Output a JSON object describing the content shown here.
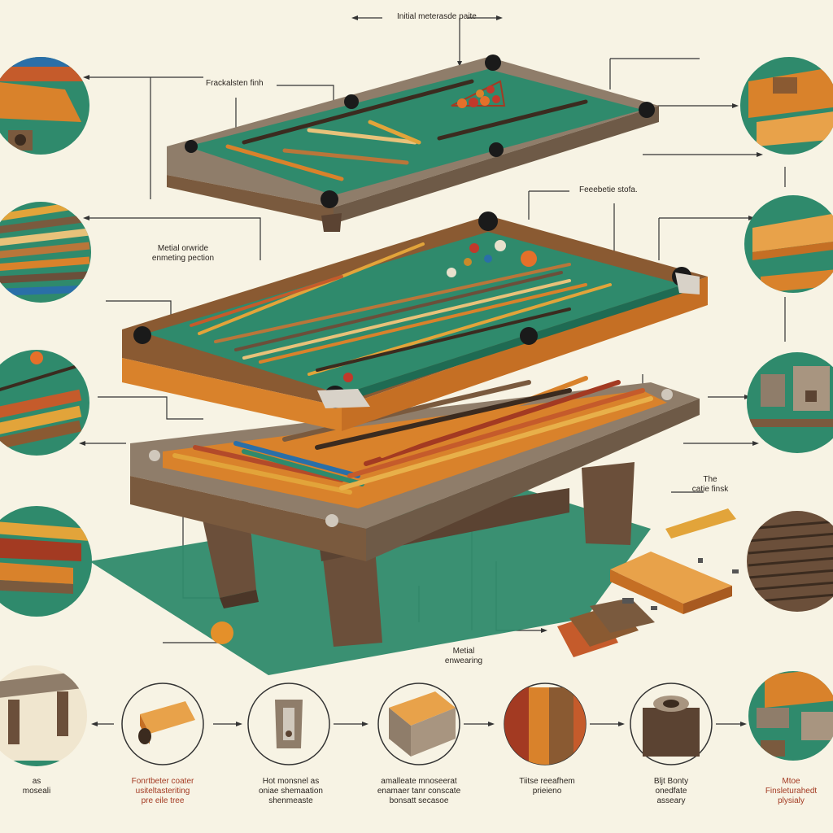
{
  "colors": {
    "background": "#f7f3e4",
    "felt": "#2f8a6c",
    "felt_dark": "#1f6b53",
    "wood_orange": "#d9822b",
    "wood_brown": "#7a5a3e",
    "wood_grey": "#8f7d6a",
    "accent_red": "#a33a22",
    "line": "#333333"
  },
  "labels": {
    "top_header": "Initial meterasde paite",
    "frame_label": "Frackalsten finh",
    "right_upper": "Feeebetie stofa.",
    "model_left": "Metial orwride\nenmeting pection",
    "small_right_title": "The\ncatie finsk",
    "model_center": "Metial\nenwearing"
  },
  "bottom_labels": [
    {
      "text": "as\nmoseali",
      "color": "dark"
    },
    {
      "text": "Fonrtbeter coater\nusiteltasteriting\npre eile tree",
      "color": "red"
    },
    {
      "text": "Hot monsnel as\noniae shemaation\nshenmeaste",
      "color": "dark"
    },
    {
      "text": "amalleate mnoseerat\nenamaer tanr conscate\nbonsatt secasoe",
      "color": "dark"
    },
    {
      "text": "Tiitse reeafhem\nprieieno",
      "color": "dark"
    },
    {
      "text": "Bljt Bonty\nonedfate\nasseary",
      "color": "dark"
    },
    {
      "text": "Mtoe\nFinsleturahedt\nplysialy",
      "color": "red"
    }
  ],
  "icons": {
    "left": [
      "rail-joint-icon",
      "cue-bundle-icon",
      "ball-cue-icon",
      "rail-profile-icon"
    ],
    "right": [
      "corner-joint-icon",
      "plank-icon",
      "bracket-icon",
      "textured-cushion-icon"
    ],
    "bottom": [
      "frame-bench-icon",
      "cylinder-block-icon",
      "hinge-bracket-icon",
      "box-joint-icon",
      "wood-stack-icon",
      "bolt-nut-icon",
      "assembly-icon"
    ]
  }
}
